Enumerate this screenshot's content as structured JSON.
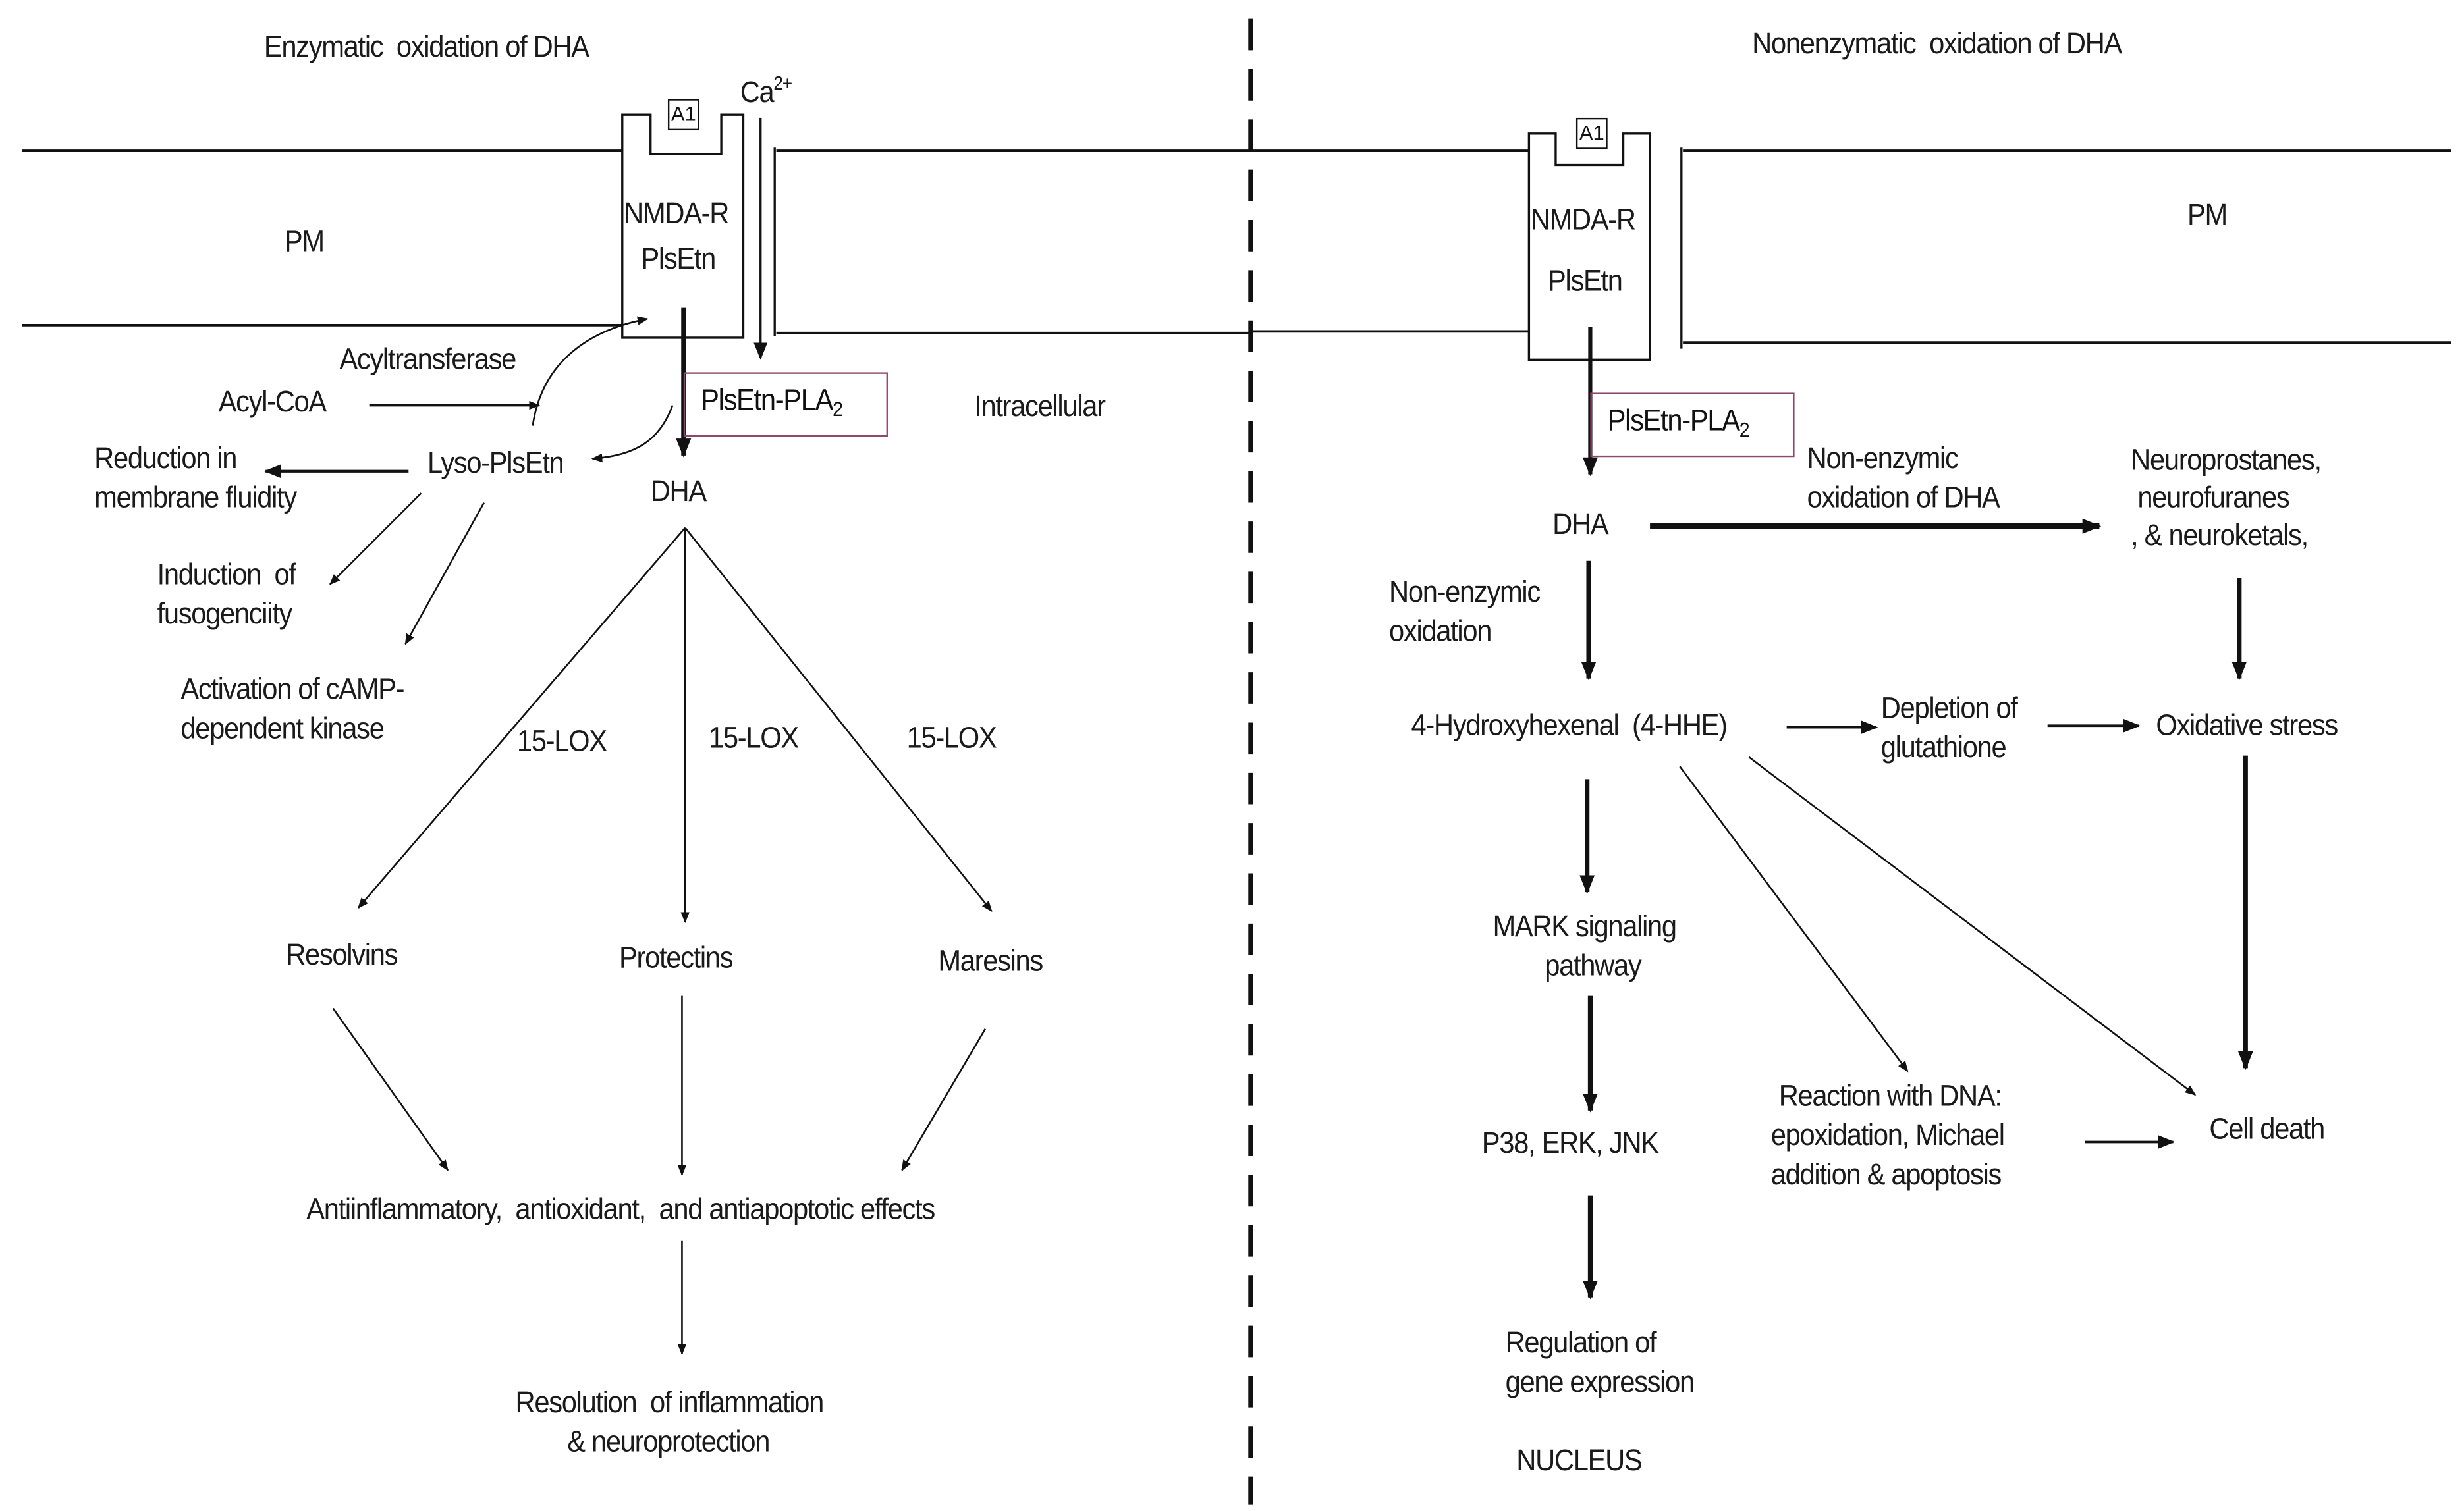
{
  "left_panel": {
    "title": "Enzymatic  oxidation of DHA",
    "membrane_label": "PM",
    "receptor": {
      "line1": "NMDA-R",
      "line2": "PlsEtn",
      "subunit": "A1"
    },
    "ion": {
      "base": "Ca",
      "charge": "2+"
    },
    "enzyme_box": {
      "base": "PlsEtn-PLA",
      "subscript": "2"
    },
    "compartment_label": "Intracellular",
    "acyltransferase": "Acyltransferase",
    "acyl_coa": "Acyl-CoA",
    "lyso_plsetn": "Lyso-PlsEtn",
    "dha": "DHA",
    "reduction_fluidity": [
      "Reduction in",
      "membrane fluidity"
    ],
    "fusogenicity": [
      "Induction  of",
      "fusogenciity"
    ],
    "camp_kinase": [
      "Activation of cAMP-",
      "dependent kinase"
    ],
    "lox_labels": [
      "15-LOX",
      "15-LOX",
      "15-LOX"
    ],
    "products": [
      "Resolvins",
      "Protectins",
      "Maresins"
    ],
    "effects": "Antiinflammatory,  antioxidant,  and antiapoptotic effects",
    "outcome": [
      "Resolution  of inflammation",
      "& neuroprotection"
    ]
  },
  "right_panel": {
    "title": "Nonenzymatic  oxidation of DHA",
    "membrane_label": "PM",
    "receptor": {
      "line1": "NMDA-R",
      "line2": "PlsEtn",
      "subunit": "A1"
    },
    "enzyme_box": {
      "base": "PlsEtn-PLA",
      "subscript": "2"
    },
    "dha": "DHA",
    "nonenzymic_oxidation_dha": [
      "Non-enzymic",
      "oxidation of DHA"
    ],
    "neuroprostanes": [
      "Neuroprostanes,",
      " neurofuranes",
      ", & neuroketals,"
    ],
    "nonenzymic_oxidation": [
      "Non-enzymic",
      "oxidation"
    ],
    "hhe": "4-Hydroxyhexenal  (4-HHE)",
    "glutathione": [
      "Depletion of",
      "glutathione"
    ],
    "oxidative_stress": "Oxidative stress",
    "mark": [
      "MARK signaling",
      "pathway"
    ],
    "p38": "P38, ERK, JNK",
    "dna_reaction": [
      "Reaction with DNA:",
      "epoxidation, Michael",
      "addition & apoptosis"
    ],
    "cell_death": "Cell death",
    "gene_regulation": [
      "Regulation of",
      "gene expression"
    ],
    "nucleus": "NUCLEUS"
  },
  "colors": {
    "line": "#111111",
    "enzyme_box_border": "#8b4a6b",
    "background": "#ffffff"
  }
}
